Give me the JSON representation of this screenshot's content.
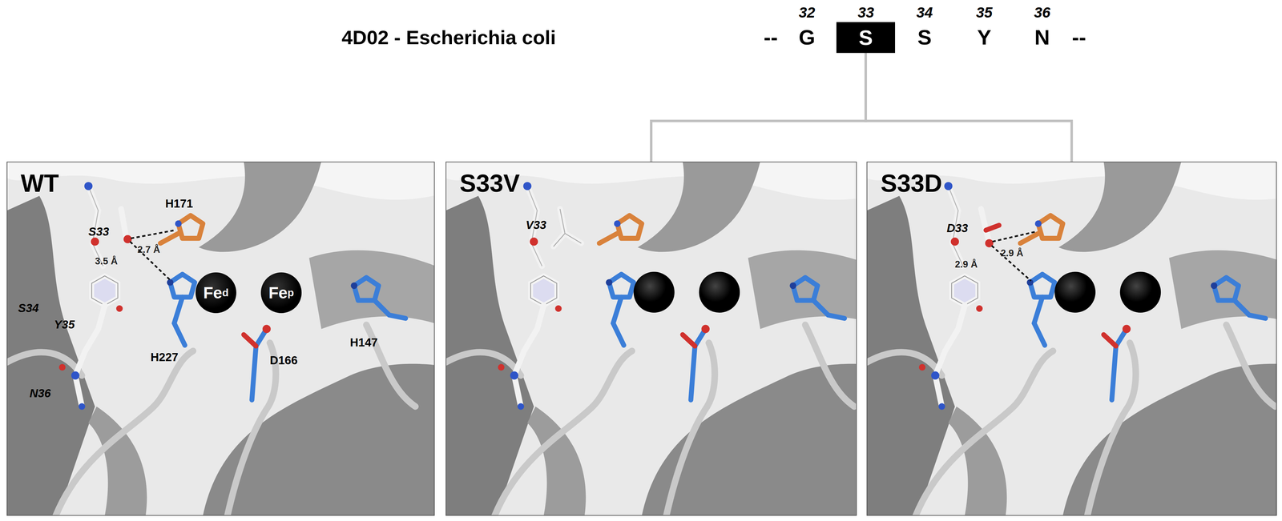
{
  "diagram": {
    "nodes": [
      {
        "text": [
          "S"
        ]
      },
      {
        "text": [
          "WT"
        ]
      },
      {
        "text": [
          "Fe",
          "d"
        ],
        "in": 1
      },
      {
        "text": [
          "Fe",
          "p"
        ],
        "in": 1
      },
      {
        "text": [
          "S33V"
        ]
      },
      {
        "text": [
          "S33D"
        ]
      }
    ],
    "edges": [
      {
        "from": 0,
        "to": 4,
        "arrow": "none"
      },
      {
        "from": 0,
        "to": 5,
        "arrow": "none"
      }
    ],
    "labels": [
      "4D02 - Escherichia coli",
      "32",
      "33",
      "34",
      "35",
      "36",
      "--",
      "G",
      "S",
      "Y",
      "N",
      "--",
      "S33",
      "H171",
      "2.7 Å",
      "3.5 Å",
      "S34",
      "Y35",
      "N36",
      "H227",
      "D166",
      "H147",
      "V33",
      "D33",
      "2.9 Å",
      "2.9 Å"
    ]
  }
}
